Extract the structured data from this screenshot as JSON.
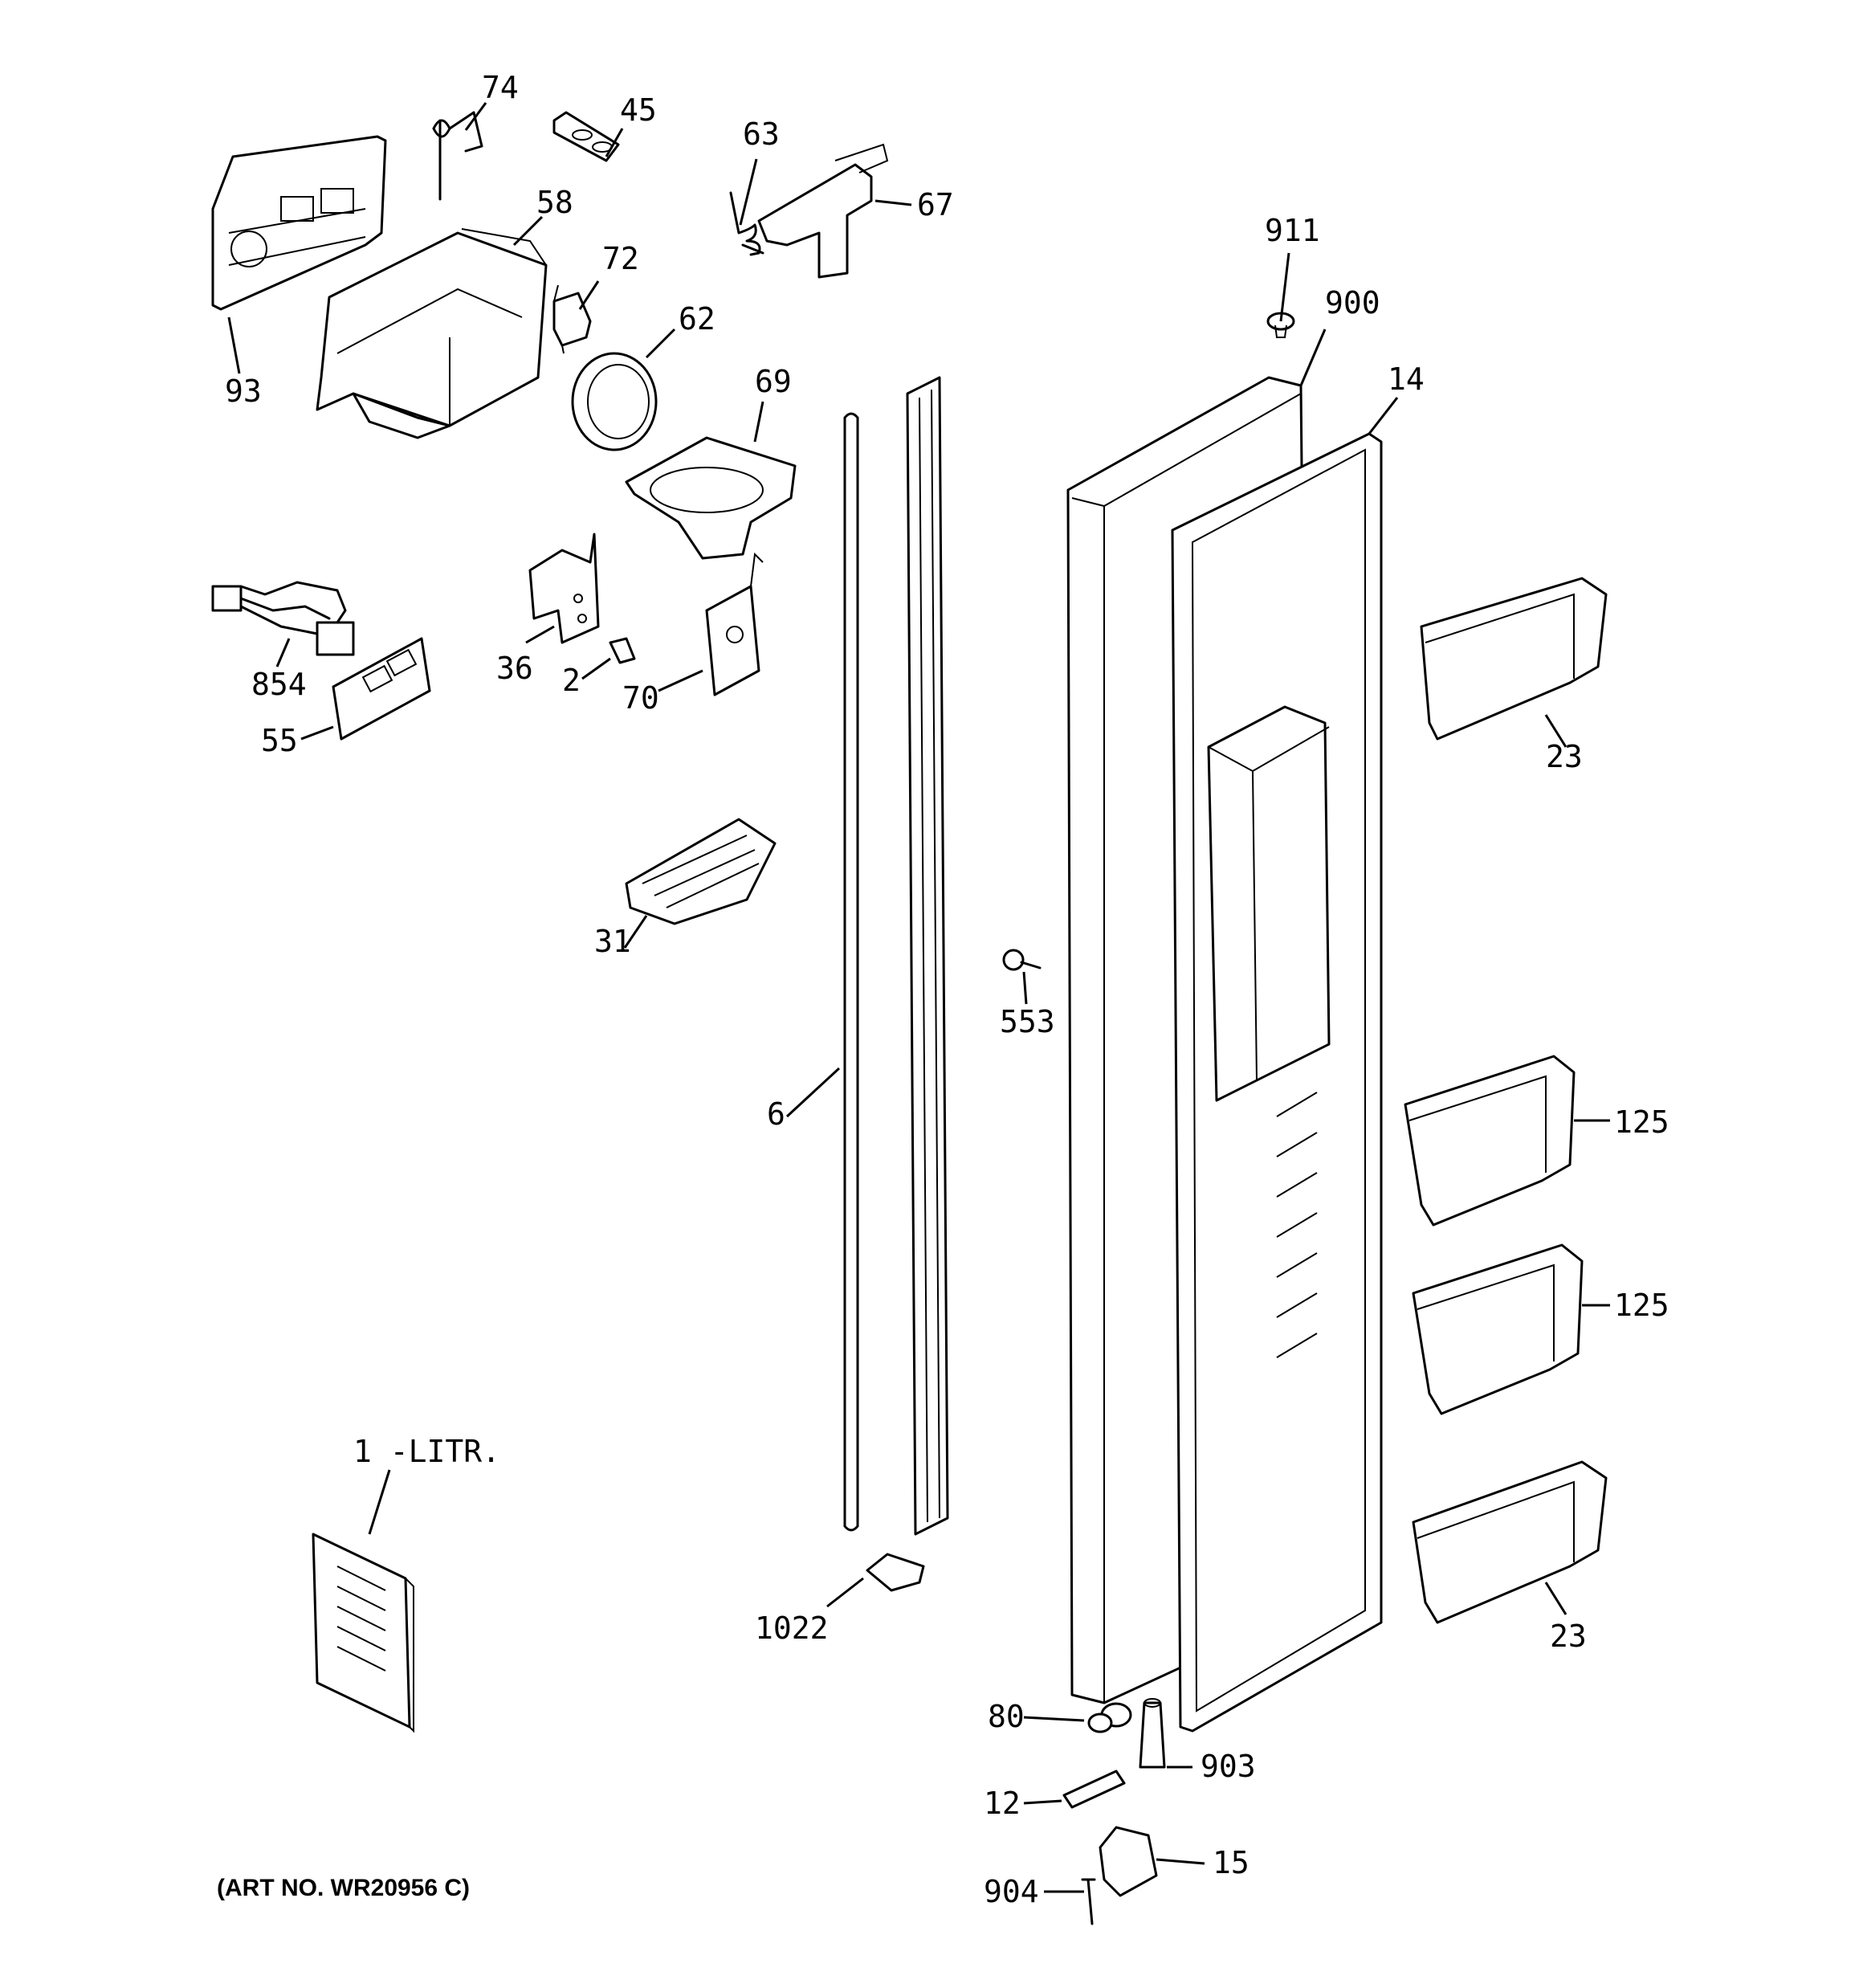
{
  "labels": {
    "l74": "74",
    "l45": "45",
    "l63": "63",
    "l67": "67",
    "l58": "58",
    "l72": "72",
    "l62": "62",
    "l93": "93",
    "l69": "69",
    "l911": "911",
    "l900": "900",
    "l14": "14",
    "l854": "854",
    "l36": "36",
    "l2": "2",
    "l70": "70",
    "l55": "55",
    "l23a": "23",
    "l31": "31",
    "l553": "553",
    "l6": "6",
    "l125a": "125",
    "l125b": "125",
    "l1litr": "1 -LITR.",
    "l1022": "1022",
    "l23b": "23",
    "l80": "80",
    "l903": "903",
    "l12": "12",
    "l15": "15",
    "l904": "904"
  },
  "art_number": "(ART NO. WR20956 C)"
}
